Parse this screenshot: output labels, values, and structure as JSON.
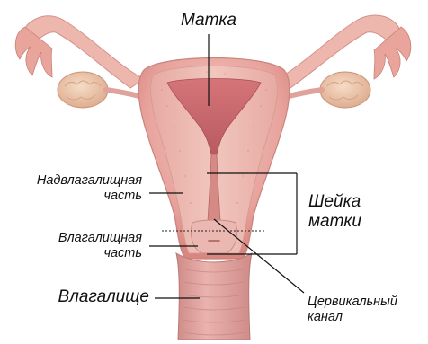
{
  "labels": {
    "uterus": "Матка",
    "supravaginal": [
      "Надвлагалищная",
      "часть"
    ],
    "vaginal_part": [
      "Влагалищная",
      "часть"
    ],
    "vagina": "Влагалище",
    "cervix": [
      "Шейка",
      "матки"
    ],
    "cervical_canal": [
      "Цервикальный",
      "канал"
    ]
  },
  "colors": {
    "tissue_outer": "#e8a6a0",
    "tissue_light": "#f3c8c0",
    "tissue_inner": "#d98982",
    "cavity": "#c9646a",
    "ovary": "#efc5a8",
    "vagina": "#e3a5a2",
    "leader_line": "#111111"
  }
}
